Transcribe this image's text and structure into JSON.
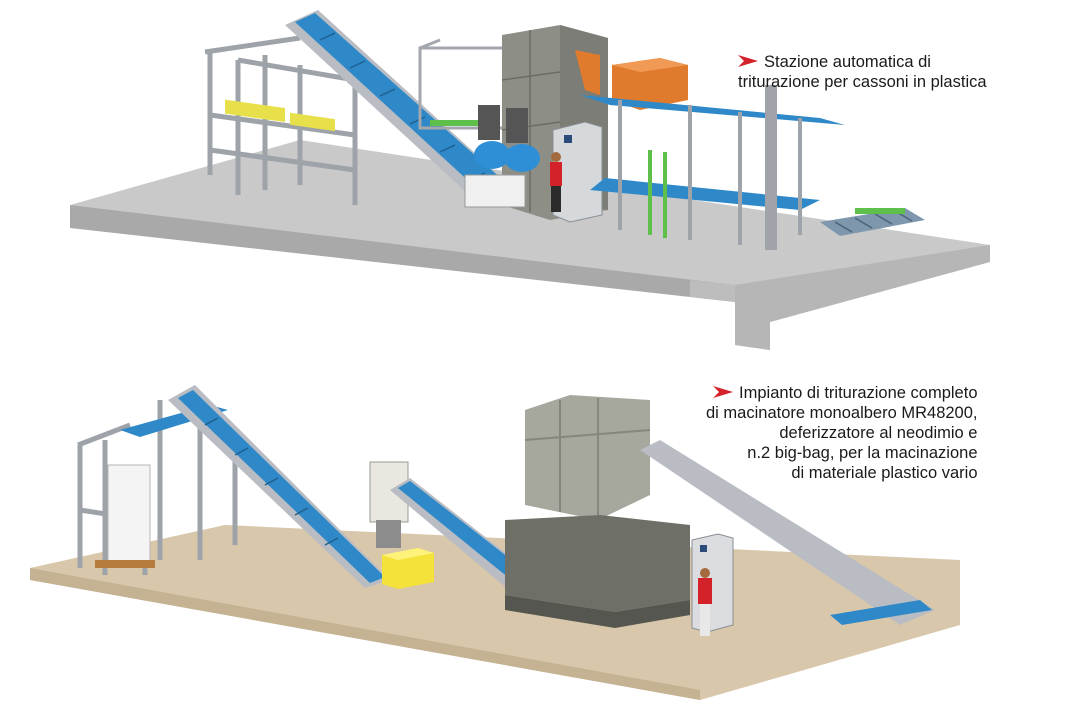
{
  "colors": {
    "floor_top": "#c9c9c9",
    "floor_edge": "#a8a8a8",
    "ground": "#d8c7ab",
    "steel": "#b9bdc3",
    "conveyor_belt": "#2f89c9",
    "machine_gray": "#8d8f87",
    "orange_bin": "#e07a2c",
    "yellow_bin": "#f4e23a",
    "yellow_frame": "#e7e04a",
    "green_rail": "#5fbf4b",
    "arrow_red": "#d3222a"
  },
  "top_scene": {
    "caption_lines": [
      "Stazione automatica di",
      "triturazione per cassoni in plastica"
    ]
  },
  "bottom_scene": {
    "caption_lines": [
      "Impianto di triturazione completo",
      "di macinatore monoalbero MR48200,",
      "deferizzatore al neodimio e",
      "n.2 big-bag, per la macinazione",
      "di materiale plastico vario"
    ]
  }
}
